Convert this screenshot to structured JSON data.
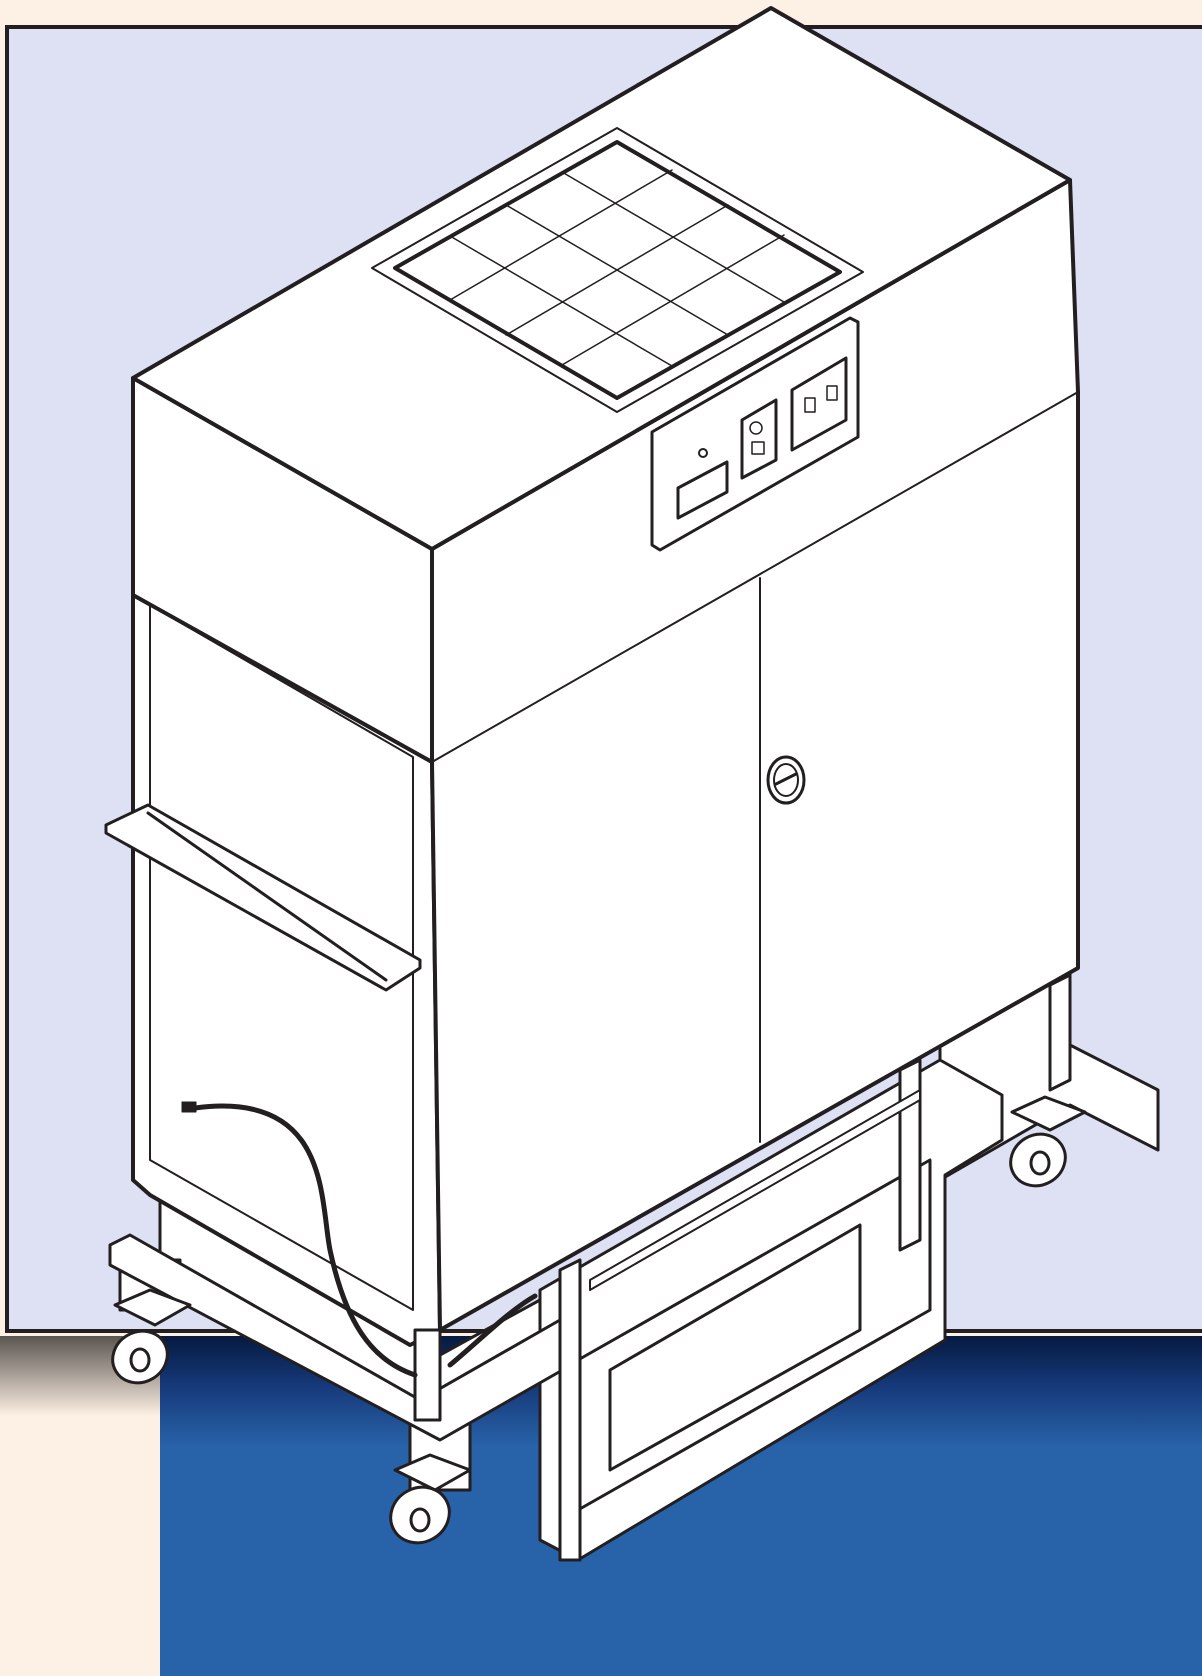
{
  "illustration": {
    "subject": "portable-air-filtration-cabinet",
    "colors": {
      "background": "#fdf0e4",
      "panel": "#dde1f3",
      "floor": "#2862a8",
      "line": "#231f20",
      "fill": "#ffffff"
    },
    "components": [
      "top-filter-grille",
      "control-panel",
      "outlet",
      "switch",
      "cabinet-doors",
      "door-lock",
      "push-handle",
      "power-cord",
      "frame",
      "casters"
    ]
  }
}
